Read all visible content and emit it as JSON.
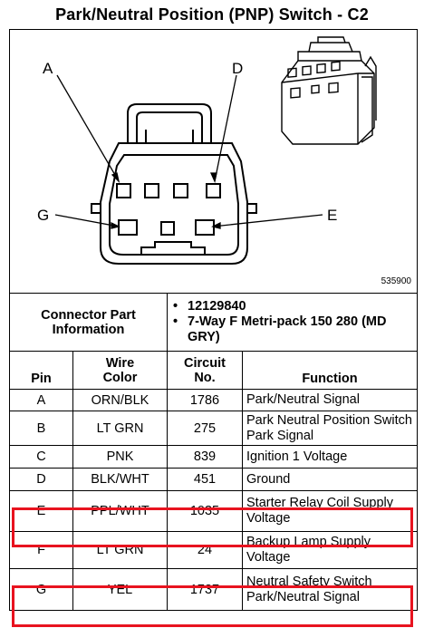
{
  "title": "Park/Neutral Position (PNP) Switch - C2",
  "diagram": {
    "image_code": "535900",
    "callouts": [
      "A",
      "D",
      "G",
      "E"
    ]
  },
  "connector_info": {
    "label_line1": "Connector Part",
    "label_line2": "Information",
    "items": [
      "12129840",
      "7-Way F Metri-pack 150 280 (MD GRY)"
    ]
  },
  "table": {
    "headers": {
      "pin": "Pin",
      "wire1": "Wire",
      "wire2": "Color",
      "circuit1": "Circuit",
      "circuit2": "No.",
      "function": "Function"
    },
    "rows": [
      {
        "pin": "A",
        "wire_color": "ORN/BLK",
        "circuit": "1786",
        "function": "Park/Neutral Signal"
      },
      {
        "pin": "B",
        "wire_color": "LT GRN",
        "circuit": "275",
        "function": "Park Neutral Position Switch Park Signal"
      },
      {
        "pin": "C",
        "wire_color": "PNK",
        "circuit": "839",
        "function": "Ignition 1 Voltage"
      },
      {
        "pin": "D",
        "wire_color": "BLK/WHT",
        "circuit": "451",
        "function": "Ground"
      },
      {
        "pin": "E",
        "wire_color": "PPL/WHT",
        "circuit": "1035",
        "function": "Starter Relay Coil Supply Voltage"
      },
      {
        "pin": "F",
        "wire_color": "LT GRN",
        "circuit": "24",
        "function": "Backup Lamp Supply Voltage"
      },
      {
        "pin": "G",
        "wire_color": "YEL",
        "circuit": "1737",
        "function": "Neutral Safety Switch Park/Neutral Signal"
      }
    ]
  },
  "highlight_color": "#e8131f",
  "highlighted_pins": [
    "E",
    "G"
  ]
}
